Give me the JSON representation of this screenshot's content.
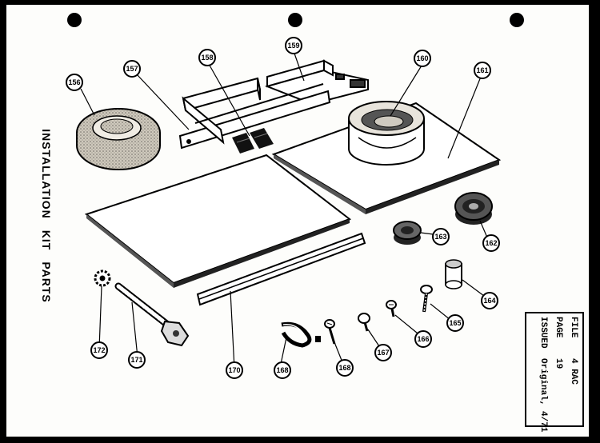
{
  "page_title": [
    "INSTALLATION",
    "KIT",
    "PARTS"
  ],
  "file_box": {
    "file_label": "FILE",
    "file_value": "4 RAC",
    "page_label": "PAGE",
    "page_value": "19",
    "issued_label": "ISSUED",
    "issued_value": "Original, 4/71"
  },
  "callouts": {
    "c156": "156",
    "c157": "157",
    "c158": "158",
    "c159": "159",
    "c160": "160",
    "c161": "161",
    "c162": "162",
    "c163": "163",
    "c164": "164",
    "c165": "165",
    "c166": "166",
    "c167": "167",
    "c168a": "168",
    "c168b": "168",
    "c170": "170",
    "c171": "171",
    "c172": "172"
  },
  "colors": {
    "ink": "#000000",
    "paper": "#fdfdfb",
    "foam": "#b9b3a8"
  }
}
